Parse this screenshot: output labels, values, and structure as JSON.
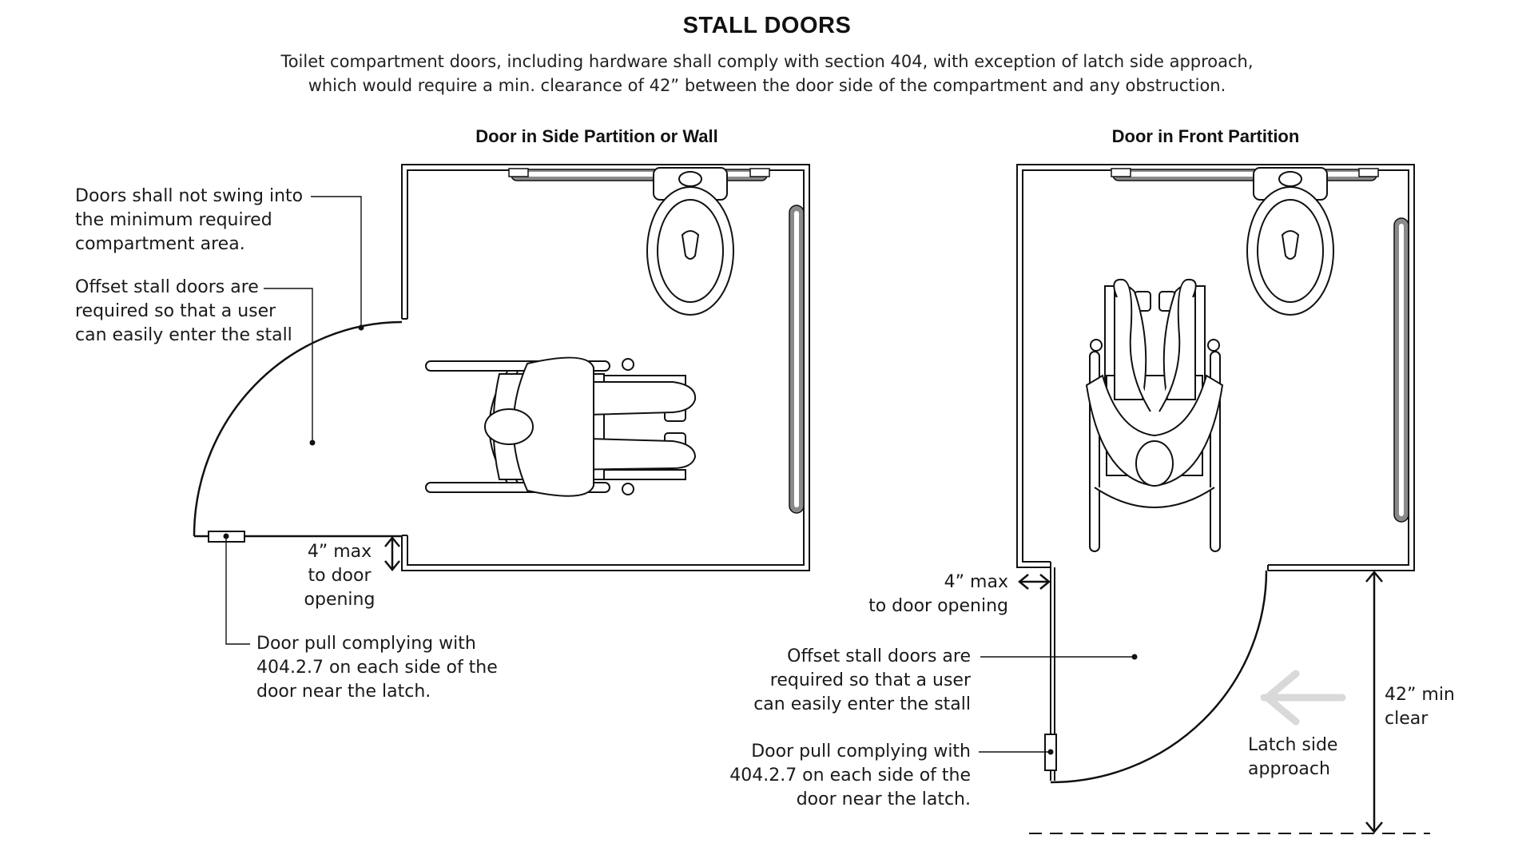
{
  "title": "STALL DOORS",
  "subtitle": {
    "line1": "Toilet compartment doors, including hardware shall comply with section 404, with exception of latch side approach,",
    "line2": "which would require a min. clearance of 42” between the door side of the compartment and any obstruction."
  },
  "left_diagram": {
    "heading": "Door in Side Partition or Wall",
    "callout_swing": [
      "Doors shall not swing into",
      "the minimum required",
      "compartment area."
    ],
    "callout_offset": [
      "Offset stall doors are",
      "required so that a user",
      "can easily enter the stall"
    ],
    "dimension": [
      "4” max",
      "to door",
      "opening"
    ],
    "callout_pull": [
      "Door pull complying with",
      "404.2.7 on each side of the",
      "door near the latch."
    ]
  },
  "right_diagram": {
    "heading": "Door in Front Partition",
    "dimension": [
      "4” max",
      "to door opening"
    ],
    "callout_offset": [
      "Offset stall doors are",
      "required so that a user",
      "can easily enter the stall"
    ],
    "callout_pull": [
      "Door pull complying with",
      "404.2.7 on each side of the",
      "door near the latch."
    ],
    "clearance": [
      "42” min",
      "clear"
    ],
    "approach": [
      "Latch side",
      "approach"
    ]
  },
  "colors": {
    "line": "#111111",
    "grab_bar": "#8a8a8a",
    "arrow": "#d9d9d9"
  }
}
